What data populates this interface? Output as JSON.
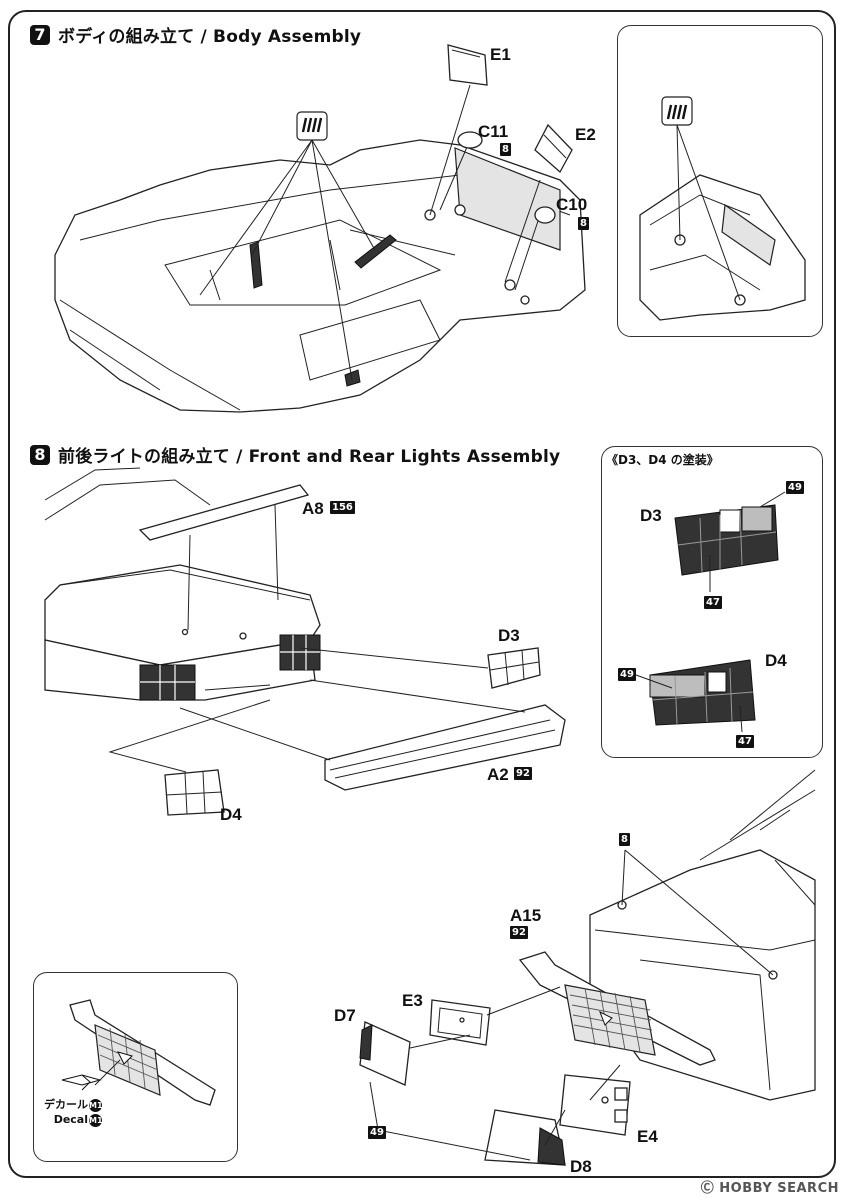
{
  "step7": {
    "number": "7",
    "title": "ボディの組み立て / Body Assembly"
  },
  "step8": {
    "number": "8",
    "title": "前後ライトの組み立て / Front and Rear Lights Assembly"
  },
  "step7_labels": {
    "e1": "E1",
    "c11": "C11",
    "c11_code": "8",
    "e2": "E2",
    "c10": "C10",
    "c10_code": "8"
  },
  "step8_labels": {
    "a8": "A8",
    "a8_code": "156",
    "d3": "D3",
    "d4": "D4",
    "a2": "A2",
    "a2_code": "92",
    "a15": "A15",
    "a15_code": "92",
    "e3": "E3",
    "d7": "D7",
    "e4": "E4",
    "d8": "D8",
    "code_8": "8",
    "code_49": "49"
  },
  "paint_inset": {
    "title": "《D3、D4 の塗装》",
    "d3": "D3",
    "d4": "D4",
    "d3_top_code": "49",
    "d3_bottom_code": "47",
    "d4_left_code": "49",
    "d4_bottom_code": "47"
  },
  "decal_inset": {
    "line1": "デカール",
    "line1_code": "M1",
    "line2": "Decal",
    "line2_code": "M1"
  },
  "watermark": "Ⓒ HOBBY SEARCH"
}
